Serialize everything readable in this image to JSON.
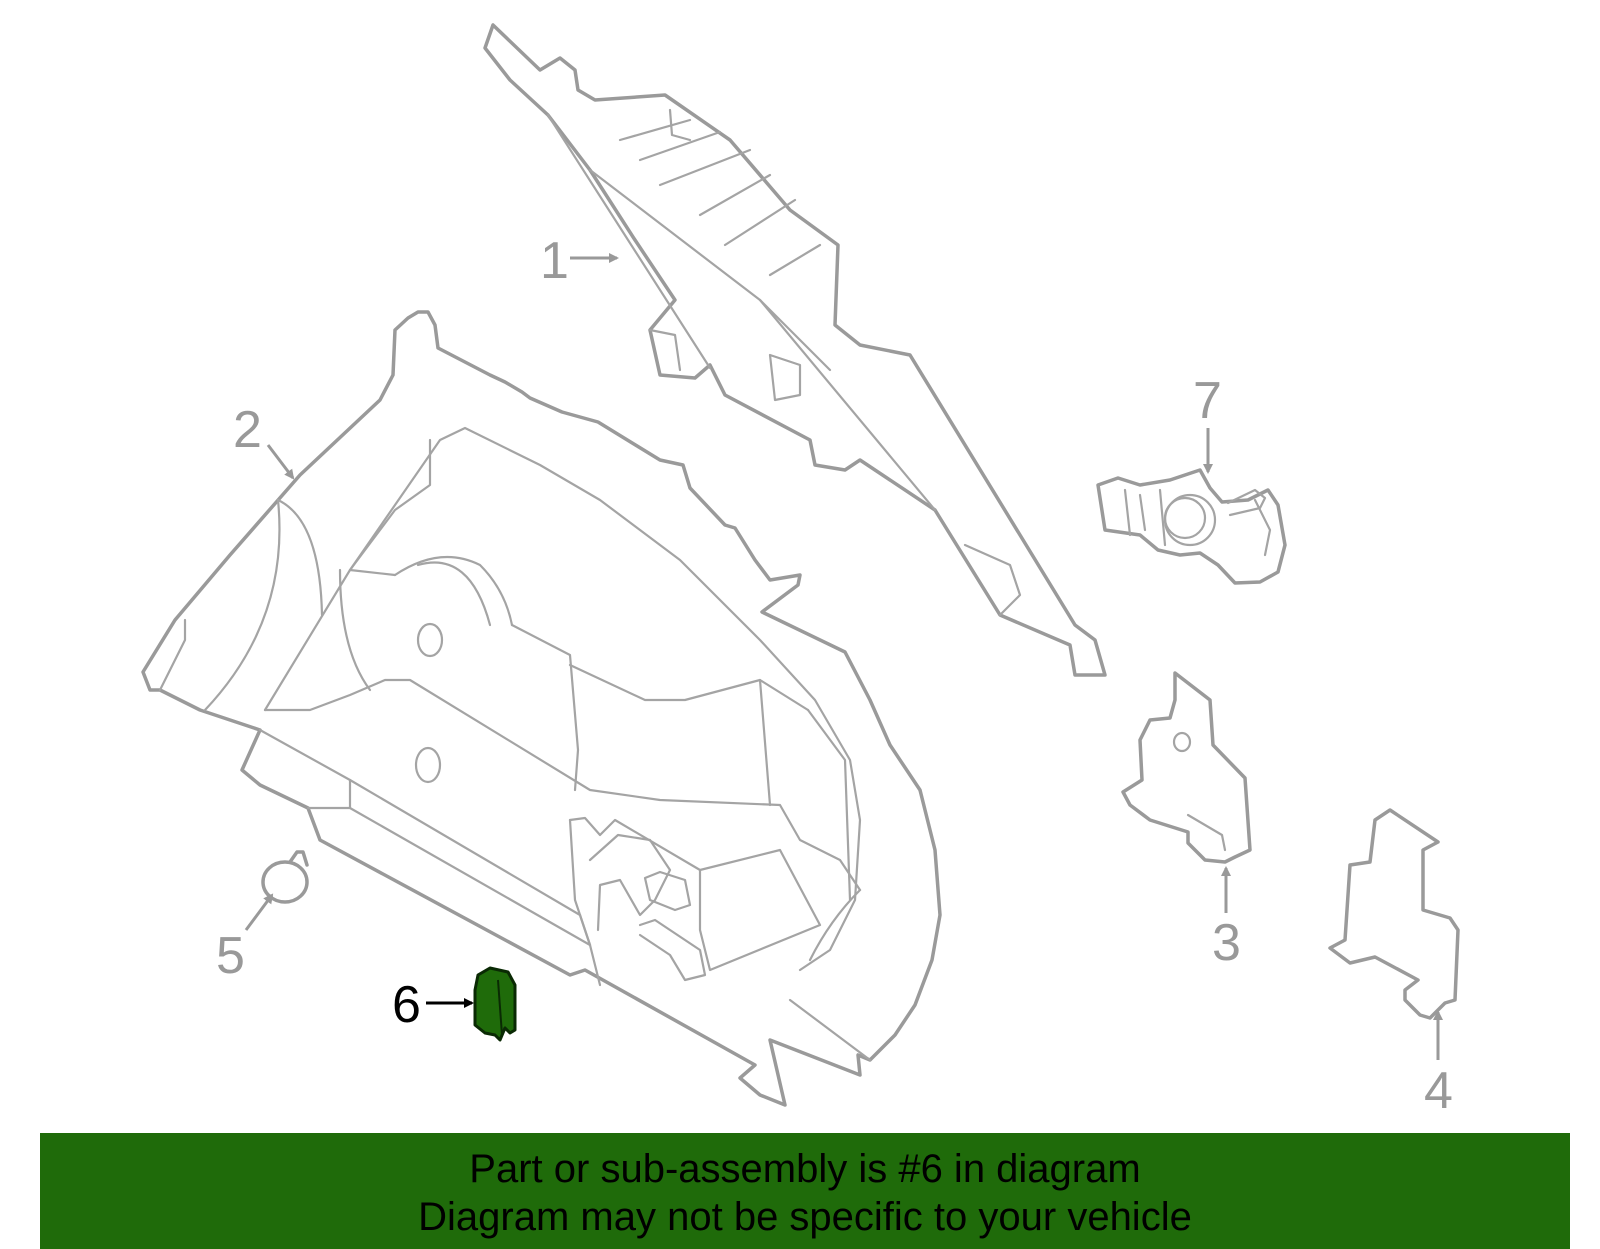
{
  "diagram": {
    "callouts": [
      {
        "id": "1",
        "label": "1"
      },
      {
        "id": "2",
        "label": "2"
      },
      {
        "id": "3",
        "label": "3"
      },
      {
        "id": "4",
        "label": "4"
      },
      {
        "id": "5",
        "label": "5"
      },
      {
        "id": "6",
        "label": "6"
      },
      {
        "id": "7",
        "label": "7"
      }
    ],
    "highlighted_part": "6",
    "highlight_color": "#1f6b0a",
    "outline_color": "#9a9a9a"
  },
  "banner": {
    "line1": "Part or sub-assembly is #6 in diagram",
    "line2": "Diagram may not be specific to your vehicle",
    "background_color": "#1f6b0a"
  }
}
